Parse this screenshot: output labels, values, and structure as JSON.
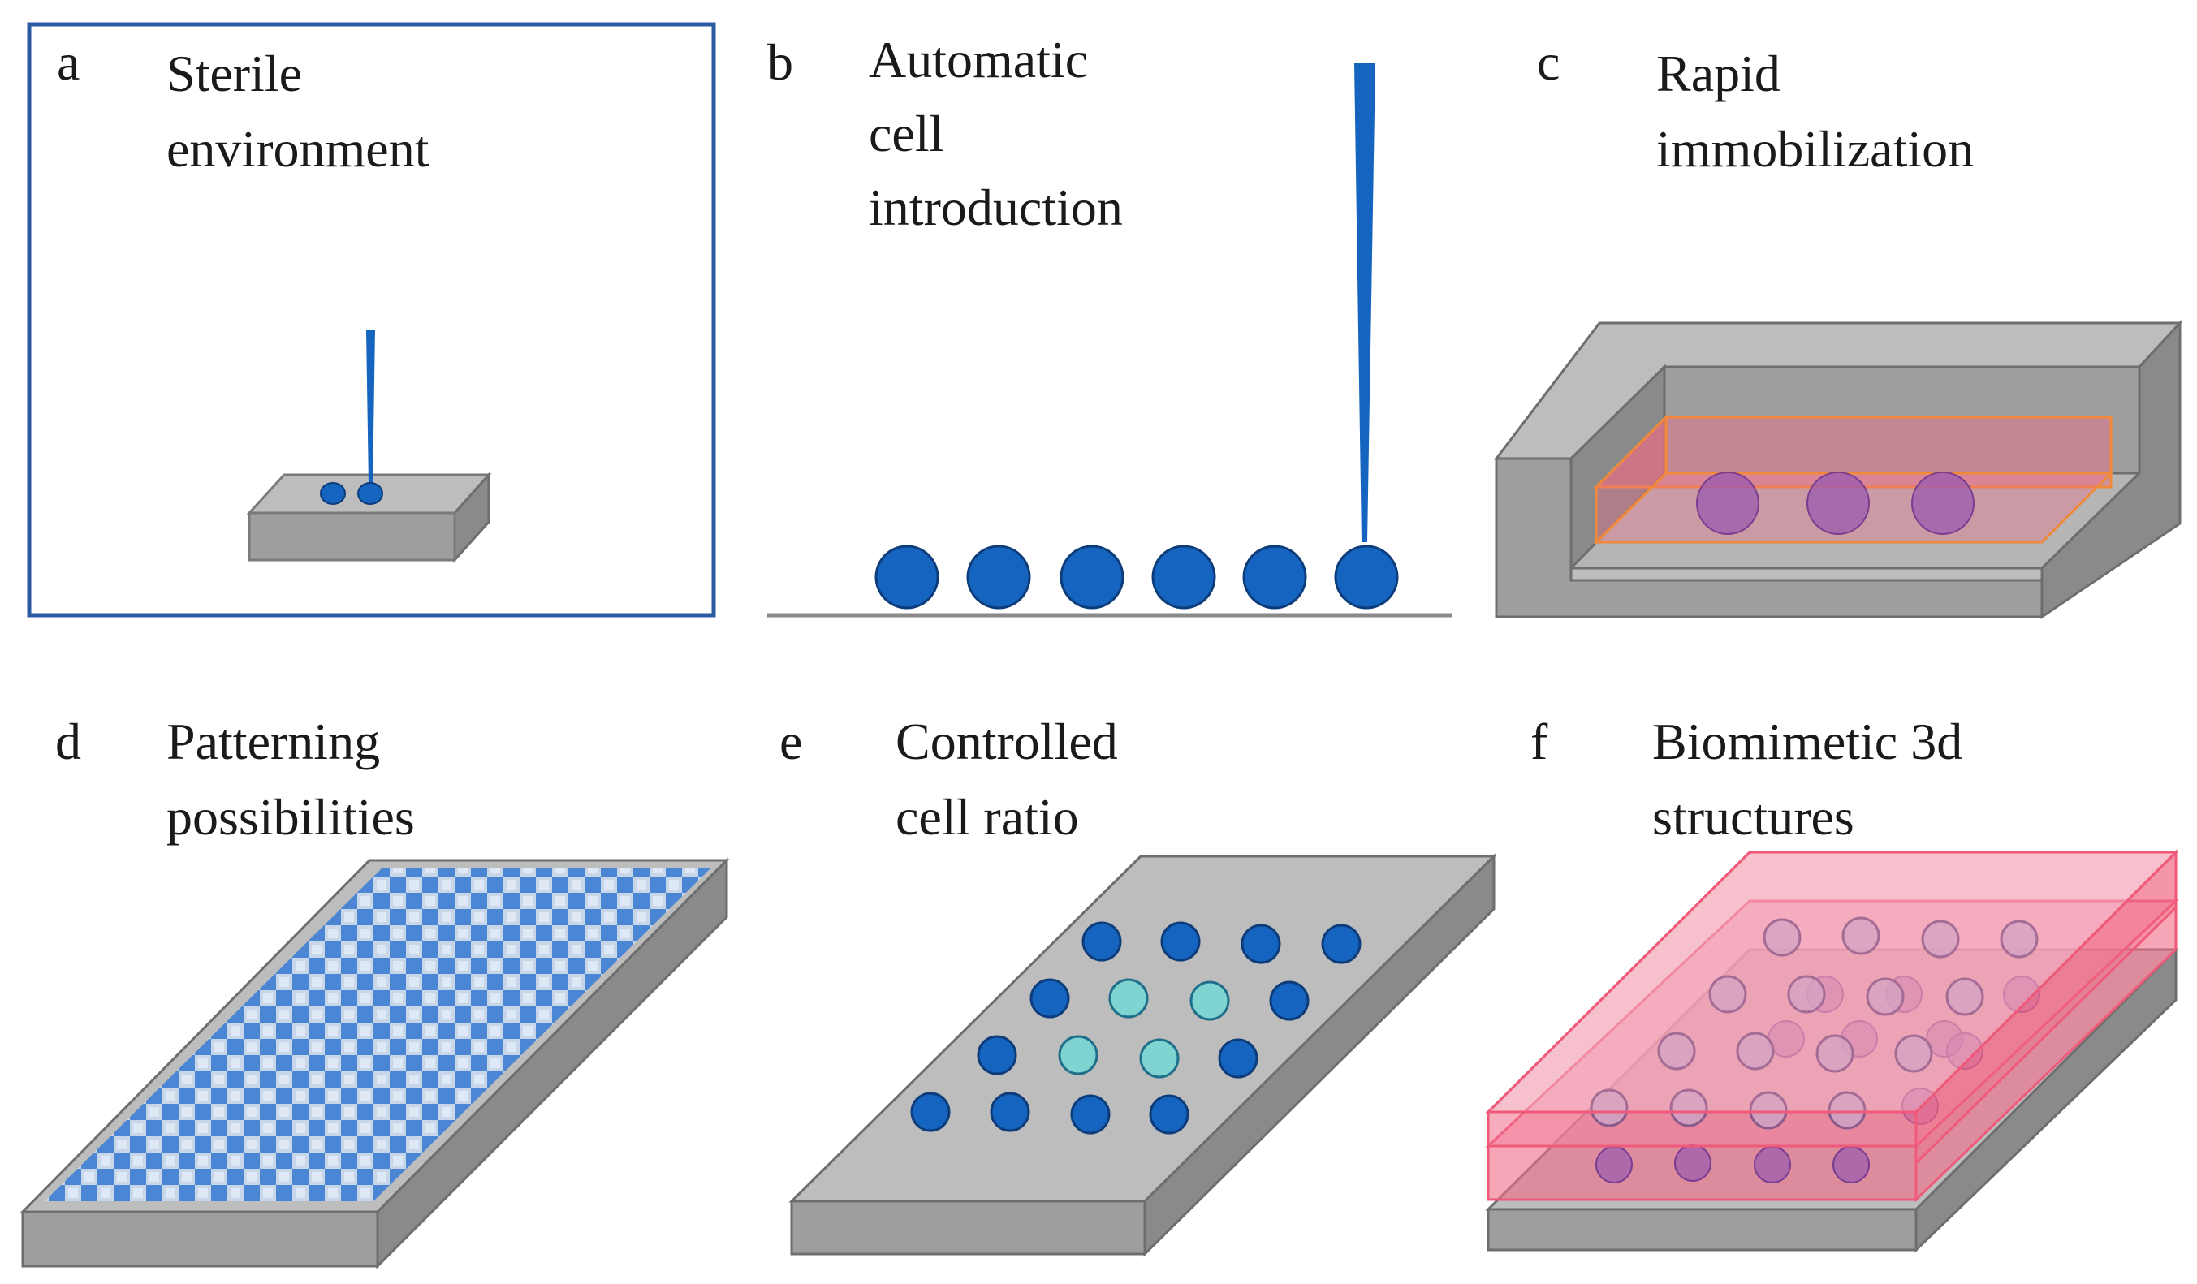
{
  "panels": [
    {
      "id": "a",
      "letter": "a",
      "title_lines": [
        "Sterile",
        "environment"
      ]
    },
    {
      "id": "b",
      "letter": "b",
      "title_lines": [
        "Automatic",
        "cell",
        "introduction"
      ]
    },
    {
      "id": "c",
      "letter": "c",
      "title_lines": [
        "Rapid",
        "immobilization"
      ]
    },
    {
      "id": "d",
      "letter": "d",
      "title_lines": [
        "Patterning",
        "possibilities"
      ]
    },
    {
      "id": "e",
      "letter": "e",
      "title_lines": [
        "Controlled",
        "cell ratio"
      ]
    },
    {
      "id": "f",
      "letter": "f",
      "title_lines": [
        "Biomimetic 3d",
        "structures"
      ]
    }
  ],
  "colors": {
    "cell_blue": "#1565c0",
    "cell_blue_stroke": "#0d3c7a",
    "cell_cyan": "#7fd3d1",
    "gray_top": "#bdbdbd",
    "gray_side": "#8a8a8a",
    "gray_dark": "#6e6e6e",
    "gel_pink": "#f06a86",
    "gel_border": "#f05a7a",
    "frame_blue": "#2b5aa0",
    "purple_cell": "#9a5ab0"
  }
}
